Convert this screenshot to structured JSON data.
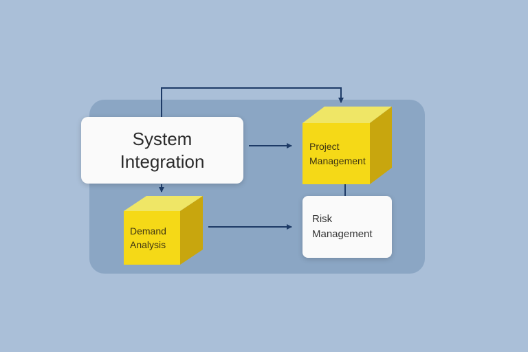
{
  "diagram": {
    "background_color": "#aabfd8",
    "panel_color": "#8ba6c4",
    "arrow_color": "#1d3a66",
    "cube_front_color": "#f5d917",
    "cube_top_color": "#efe666",
    "cube_side_color": "#c8a60e",
    "box_color": "#fafafa",
    "nodes": {
      "system_integration": {
        "label": "System Integration"
      },
      "project_management": {
        "label": "Project Management"
      },
      "demand_analysis": {
        "label": "Demand Analysis"
      },
      "risk_management": {
        "label": "Risk Management"
      }
    }
  }
}
